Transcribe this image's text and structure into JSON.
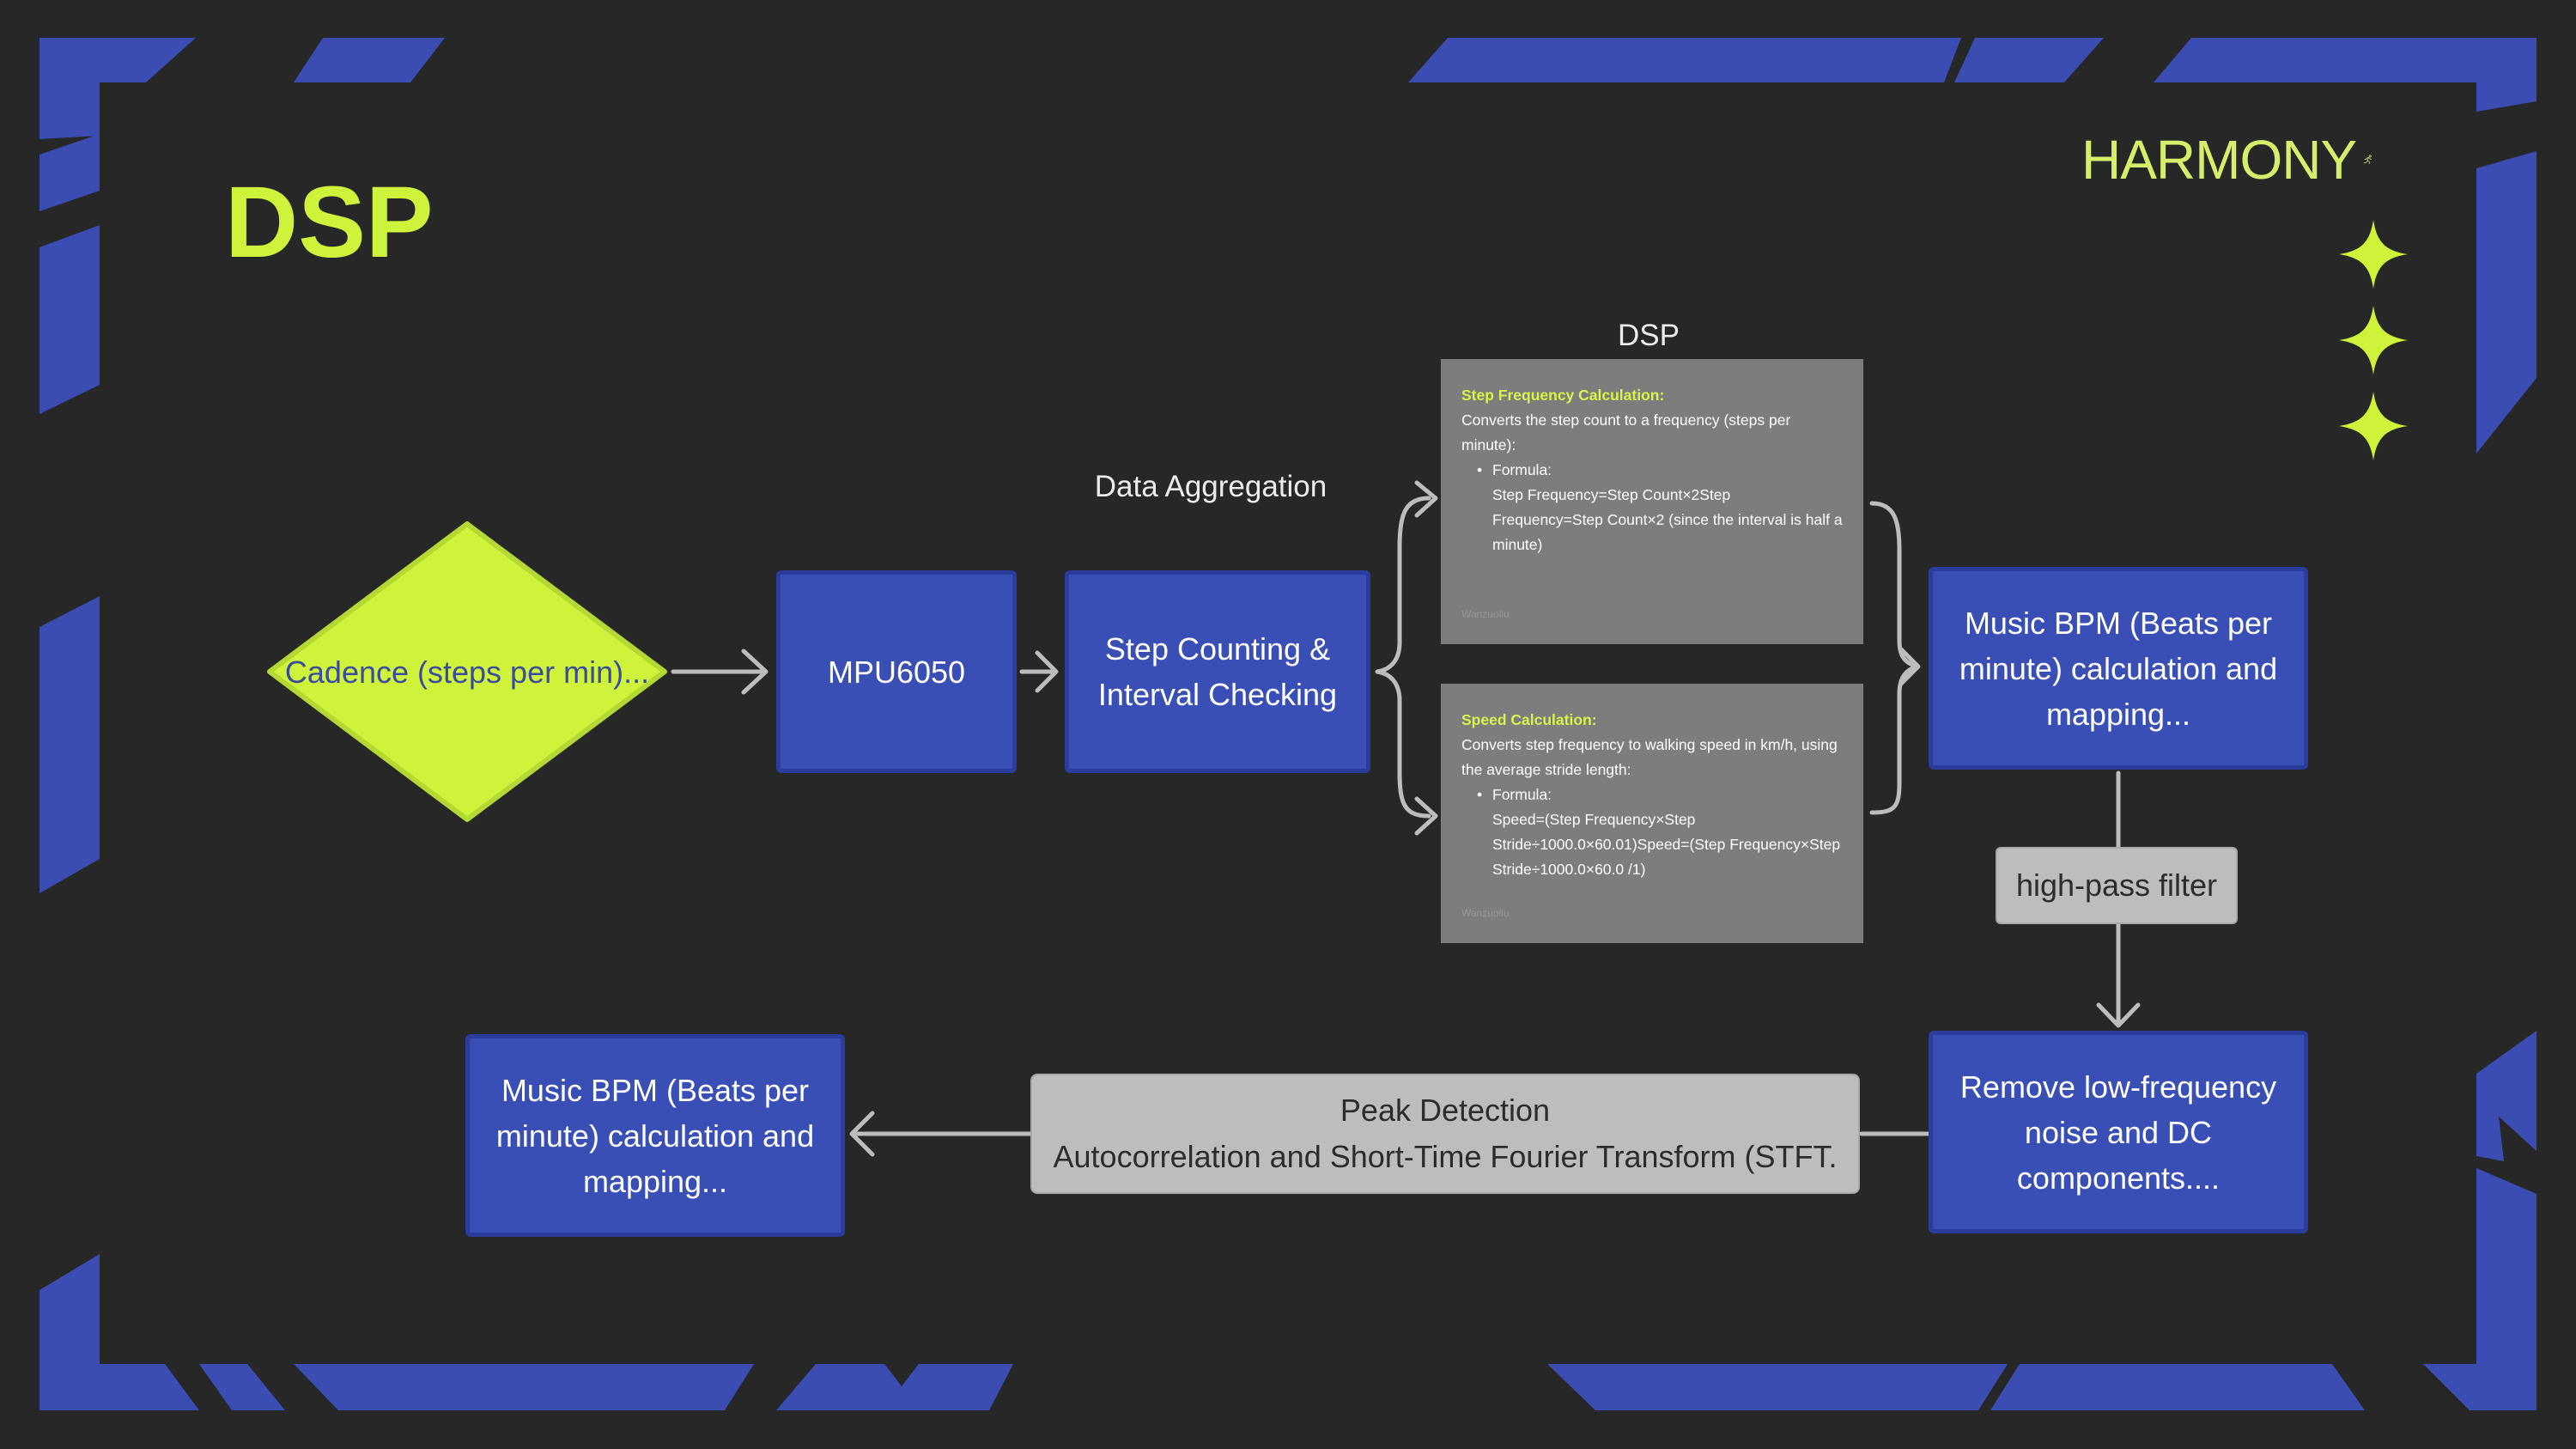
{
  "slide": {
    "title": "DSP",
    "logo_text": "HARMONY",
    "colors": {
      "background": "#272727",
      "accent": "#cff33a",
      "node_blue": "#3a4fb6",
      "frame_blue": "#3b4cb3",
      "card_grey": "#7d7d7d",
      "pill_grey": "#bdbdbd"
    }
  },
  "diagram": {
    "nodes": {
      "cadence": "Cadence (steps per min)...",
      "mpu": "MPU6050",
      "step_counting": "Step Counting & Interval Checking",
      "music_bpm_top": "Music BPM (Beats per minute) calculation and mapping...",
      "remove_noise": "Remove low-frequency noise and DC components....",
      "music_bpm_bottom": "Music BPM (Beats per minute) calculation and mapping..."
    },
    "captions": {
      "data_aggregation": "Data Aggregation",
      "dsp_group": "DSP"
    },
    "cards": {
      "step_frequency": {
        "title": "Step Frequency Calculation:",
        "description": "Converts the step count to a frequency (steps per minute):",
        "bullet": "Formula:",
        "formula": "Step Frequency=Step Count×2Step Frequency=Step Count×2 (since the interval is half a minute)",
        "footer": "Wanzuoliu"
      },
      "speed": {
        "title": "Speed Calculation:",
        "description": "Converts step frequency to walking speed in km/h, using the average stride length:",
        "bullet": "Formula:",
        "formula": "Speed=(Step Frequency×Step Stride÷1000.0×60.01)Speed=(Step Frequency×Step Stride÷1000.0×60.0 /1)",
        "footer": "Wanzuoliu"
      }
    },
    "pills": {
      "high_pass": "high-pass filter",
      "peak_title": "Peak Detection",
      "peak_method": "Autocorrelation and Short-Time Fourier Transform (STFT."
    },
    "edges": [
      {
        "from": "cadence",
        "to": "mpu"
      },
      {
        "from": "mpu",
        "to": "step_counting"
      },
      {
        "from": "step_counting",
        "to": "step_frequency"
      },
      {
        "from": "step_counting",
        "to": "speed"
      },
      {
        "from": "step_frequency",
        "to": "music_bpm_top"
      },
      {
        "from": "speed",
        "to": "music_bpm_top"
      },
      {
        "from": "music_bpm_top",
        "to": "remove_noise",
        "label": "high-pass filter"
      },
      {
        "from": "remove_noise",
        "to": "music_bpm_bottom",
        "label": "Peak Detection"
      }
    ]
  }
}
